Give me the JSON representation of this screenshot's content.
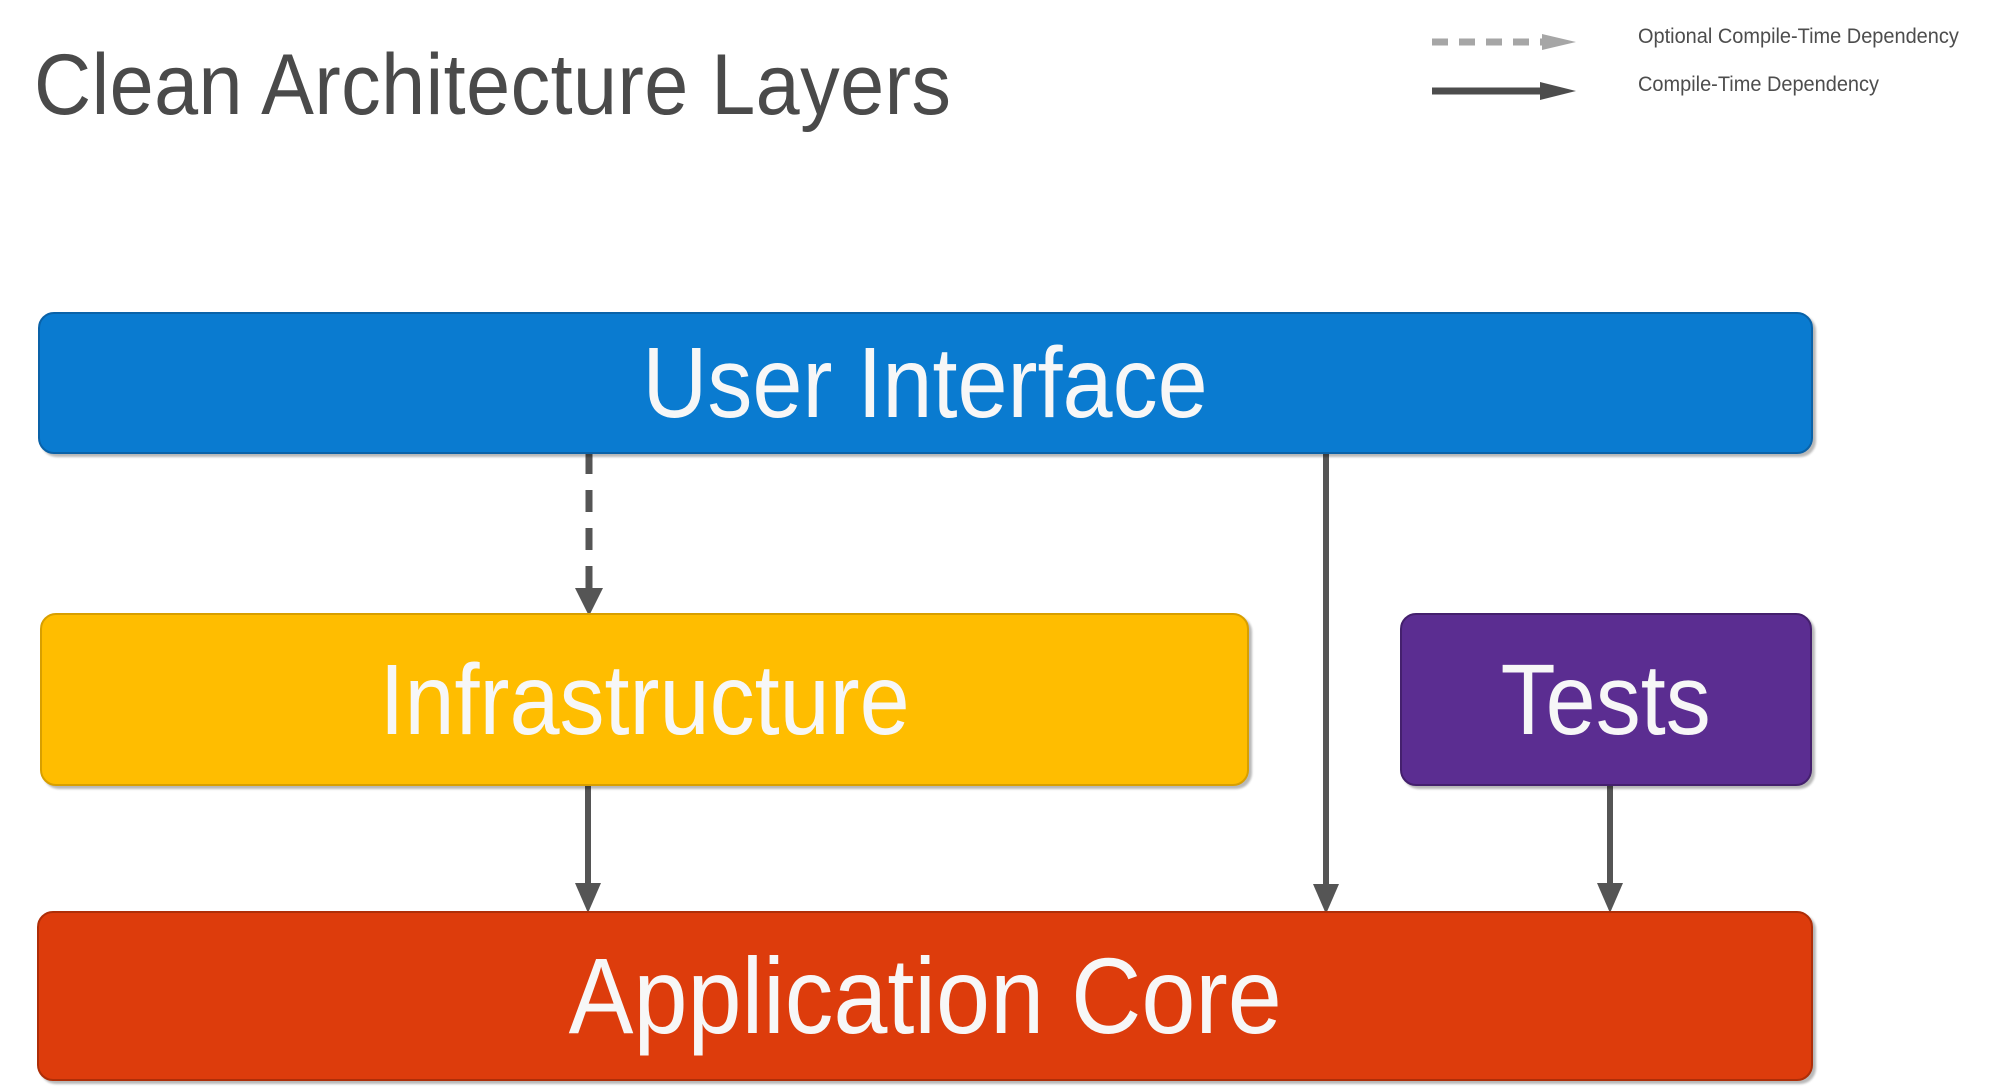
{
  "page": {
    "title": "Clean Architecture Layers",
    "background": "#FFFFFF"
  },
  "legend": {
    "items": [
      {
        "label": "Optional Compile-Time Dependency",
        "style": "dashed",
        "color": "#A6A6A6",
        "icon": "dashed-arrow-right-icon"
      },
      {
        "label": "Compile-Time Dependency",
        "style": "solid",
        "color": "#4D4D4D",
        "icon": "solid-arrow-right-icon"
      }
    ]
  },
  "diagram": {
    "type": "layered-architecture",
    "layers": [
      {
        "id": "user-interface",
        "label": "User Interface",
        "color": "#0A7BD0",
        "border_color": "#0A62A8",
        "text_color": "#F7F7F7"
      },
      {
        "id": "infrastructure",
        "label": "Infrastructure",
        "color": "#FFBD00",
        "border_color": "#D89F00",
        "text_color": "#F7F7F7"
      },
      {
        "id": "tests",
        "label": "Tests",
        "color": "#5B2D91",
        "border_color": "#44206D",
        "text_color": "#F7F7F7"
      },
      {
        "id": "application-core",
        "label": "Application Core",
        "color": "#DD3C0C",
        "border_color": "#AE2E08",
        "text_color": "#F7F7F7"
      }
    ],
    "connections": [
      {
        "id": "ui-to-infrastructure",
        "from": "user-interface",
        "to": "infrastructure",
        "style": "dashed",
        "kind": "Optional Compile-Time Dependency",
        "color": "#555555"
      },
      {
        "id": "ui-to-application-core",
        "from": "user-interface",
        "to": "application-core",
        "style": "solid",
        "kind": "Compile-Time Dependency",
        "color": "#555555"
      },
      {
        "id": "infrastructure-to-application-core",
        "from": "infrastructure",
        "to": "application-core",
        "style": "solid",
        "kind": "Compile-Time Dependency",
        "color": "#555555"
      },
      {
        "id": "tests-to-application-core",
        "from": "tests",
        "to": "application-core",
        "style": "solid",
        "kind": "Compile-Time Dependency",
        "color": "#555555"
      }
    ]
  }
}
